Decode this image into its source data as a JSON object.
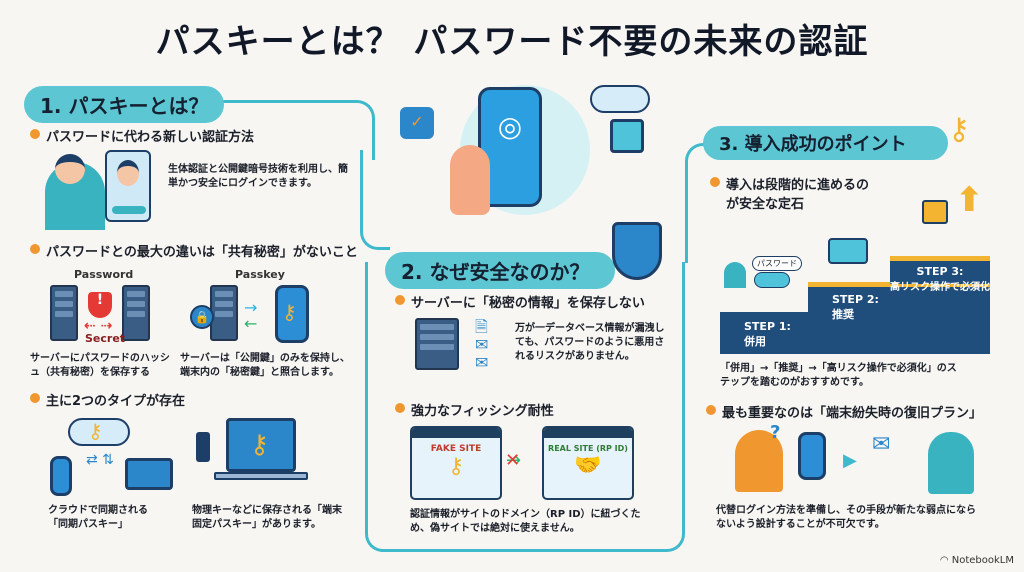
{
  "title": "パスキーとは？ パスワード不要の未来の認証",
  "section1": {
    "heading": "1. パスキーとは？",
    "bullet1": "パスワードに代わる新しい認証方法",
    "desc1": "生体認証と公開鍵暗号技術を利用し、簡単かつ安全にログインできます。",
    "bullet2": "パスワードとの最大の違いは「共有秘密」がないこと",
    "password_label": "Password",
    "passkey_label": "Passkey",
    "secret_label": "Secret",
    "desc_password": "サーバーにパスワードのハッシュ（共有秘密）を保存する",
    "desc_passkey": "サーバーは「公開鍵」のみを保持し、端末内の「秘密鍵」と照合します。",
    "bullet3": "主に2つのタイプが存在",
    "desc_synced": "クラウドで同期される「同期パスキー」",
    "desc_bound": "物理キーなどに保存される「端末固定パスキー」があります。"
  },
  "section2": {
    "heading": "2. なぜ安全なのか？",
    "bullet1": "サーバーに「秘密の情報」を保存しない",
    "desc1": "万が一データベース情報が漏洩しても、パスワードのように悪用されるリスクがありません。",
    "bullet2": "強力なフィッシング耐性",
    "fake_site": "FAKE SITE",
    "real_site": "REAL SITE (RP ID)",
    "desc2": "認証情報がサイトのドメイン（RP ID）に紐づくため、偽サイトでは絶対に使えません。"
  },
  "section3": {
    "heading": "3. 導入成功のポイント",
    "bullet1": "導入は段階的に進めるのが安全な定石",
    "password_bubble": "パスワード",
    "steps": [
      {
        "label": "STEP 1:",
        "name": "併用"
      },
      {
        "label": "STEP 2:",
        "name": "推奨"
      },
      {
        "label": "STEP 3:",
        "name": "高リスク操作で必須化"
      }
    ],
    "desc1": "「併用」→「推奨」→「高リスク操作で必須化」のステップを踏むのがおすすめです。",
    "bullet2": "最も重要なのは「端末紛失時の復旧プラン」",
    "desc2": "代替ログイン方法を準備し、その手段が新たな弱点にならないよう設計することが不可欠です。"
  },
  "footer": {
    "brand": "NotebookLM"
  },
  "colors": {
    "accent": "#5cc6d3",
    "bullet": "#f0982f",
    "step": "#1f4e7d",
    "key": "#f2b431"
  }
}
